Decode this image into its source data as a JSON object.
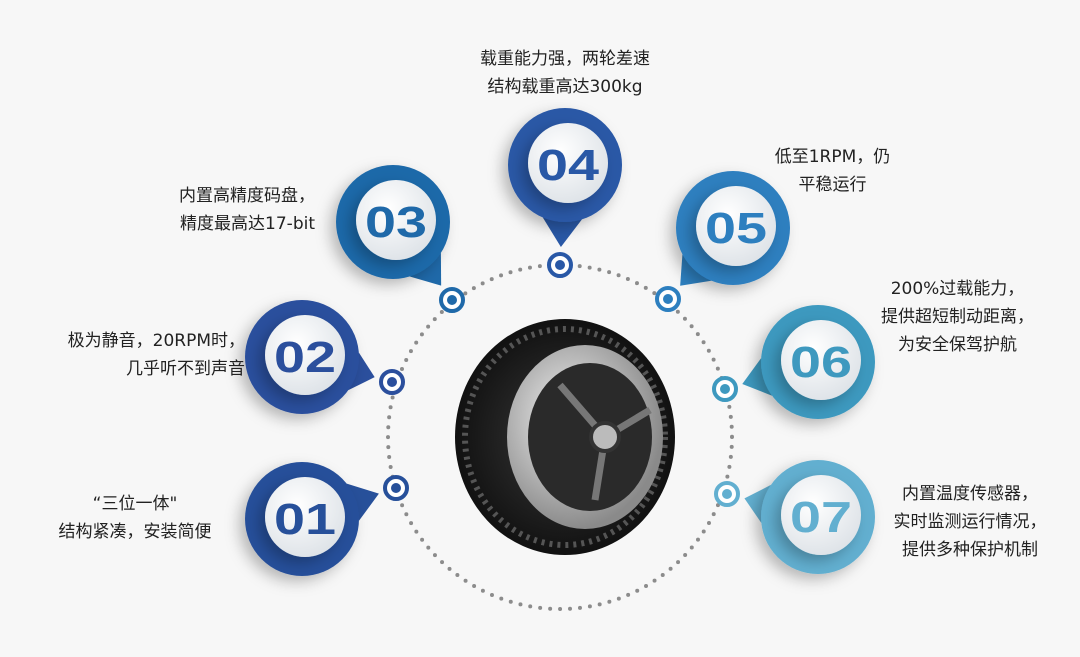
{
  "features": [
    {
      "number": "01",
      "color": "#27509a",
      "lines": [
        "“三位一体\"",
        "结构紧凑，安装简便"
      ]
    },
    {
      "number": "02",
      "color": "#2b4f9d",
      "lines": [
        "极为静音，20RPM时，",
        "几乎听不到声音"
      ]
    },
    {
      "number": "03",
      "color": "#1f69a9",
      "lines": [
        "内置高精度码盘，",
        "精度最高达17-bit"
      ]
    },
    {
      "number": "04",
      "color": "#2958a6",
      "lines": [
        "载重能力强，两轮差速",
        "结构载重高达300kg"
      ]
    },
    {
      "number": "05",
      "color": "#2d7fbf",
      "lines": [
        "低至1RPM，仍",
        "平稳运行"
      ]
    },
    {
      "number": "06",
      "color": "#3e99bf",
      "lines": [
        "200%过载能力，",
        "提供超短制动距离，",
        "为安全保驾护航"
      ]
    },
    {
      "number": "07",
      "color": "#62afd0",
      "lines": [
        "内置温度传感器，",
        "实时监测运行情况，",
        "提供多种保护机制"
      ]
    }
  ]
}
